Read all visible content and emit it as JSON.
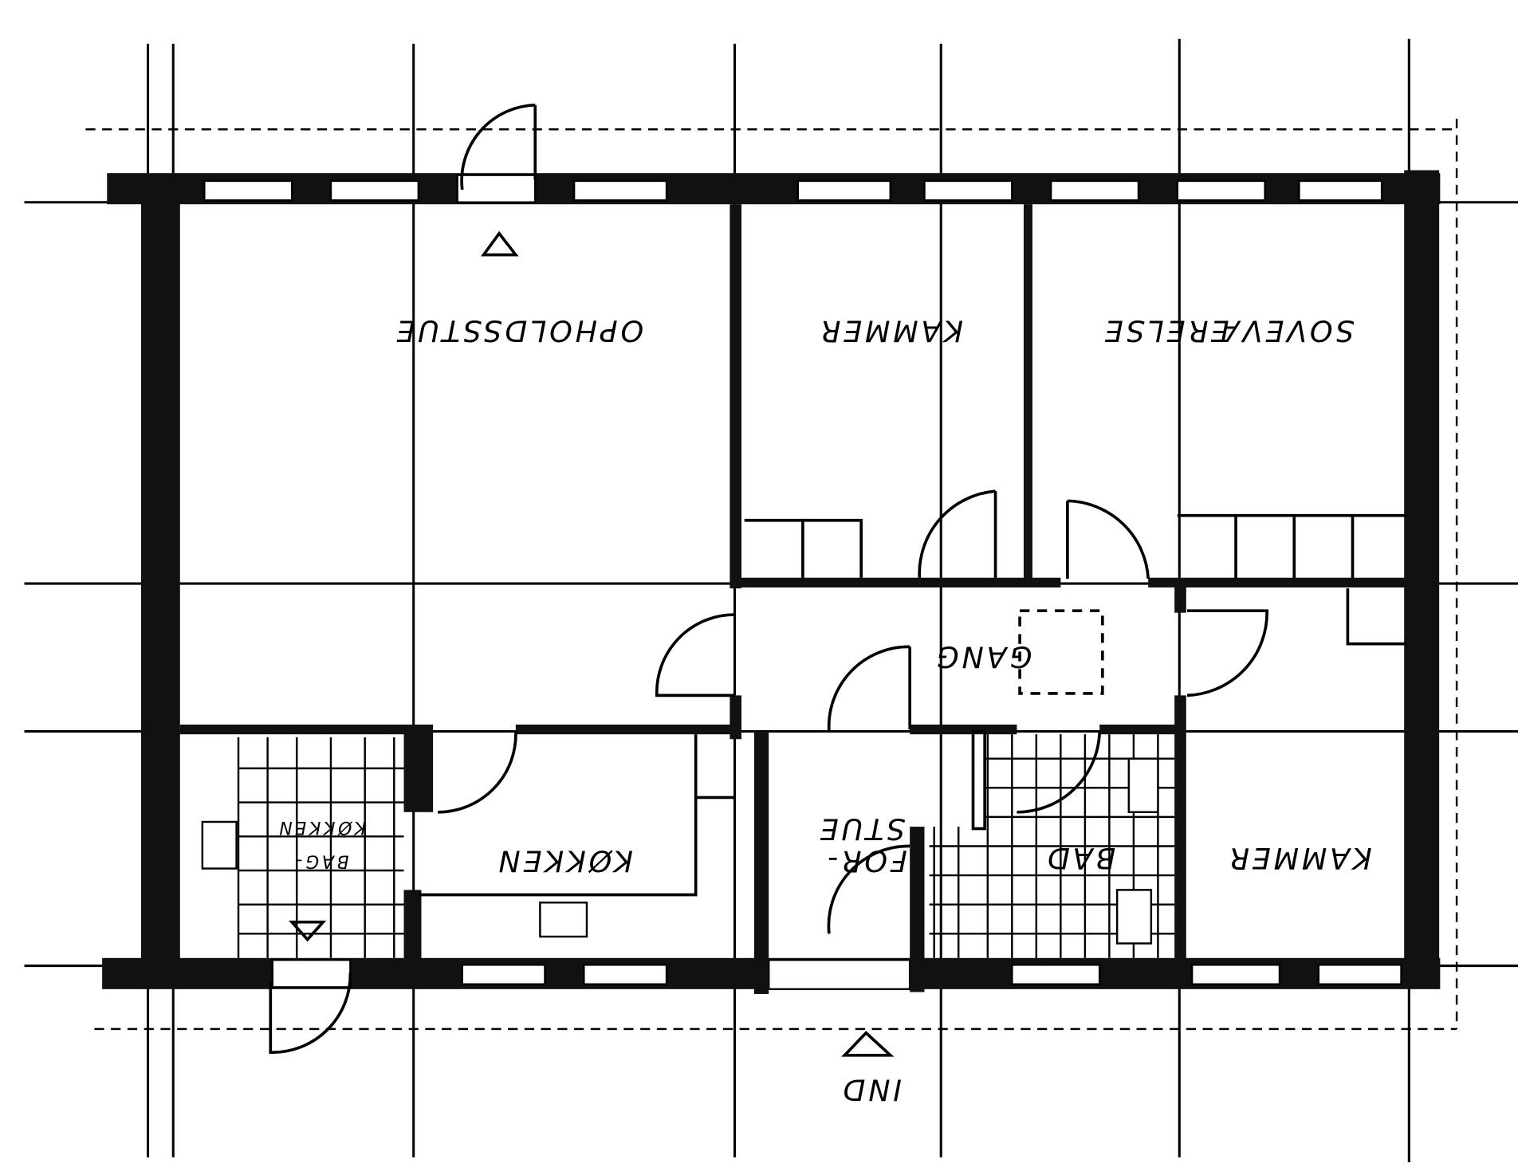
{
  "rooms": {
    "living_room": "OPHOLDSSTUE",
    "room_top": "KAMMER",
    "bedroom": "SOVEVÆRELSE",
    "hall": "GANG",
    "kitchen": "KØKKEN",
    "utility_line1": "BAG-",
    "utility_line2": "KØKKEN",
    "entry_line1": "FOR-",
    "entry_line2": "STUE",
    "bath": "BAD",
    "room_bottom": "KAMMER"
  },
  "entrance": "IND"
}
